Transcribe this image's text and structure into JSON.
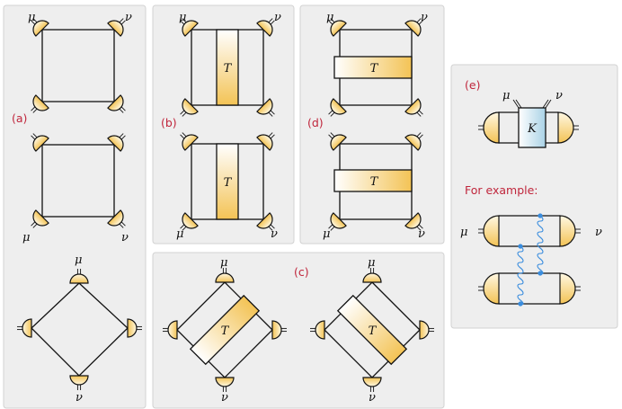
{
  "labels": {
    "a": "(a)",
    "b": "(b)",
    "c": "(c)",
    "d": "(d)",
    "e": "(e)",
    "mu": "μ",
    "nu": "ν",
    "T": "T",
    "K": "K",
    "for_example": "For example:"
  },
  "colors": {
    "panel_bg": "#eeeeee",
    "panel_border": "#d2d2d2",
    "vertex_fill": "#f3c355",
    "t_box_fill": "#f3c355",
    "k_box_fill": "#a9d2e6",
    "tag_color": "#c0263c",
    "gluon_color": "#3a8dde"
  }
}
